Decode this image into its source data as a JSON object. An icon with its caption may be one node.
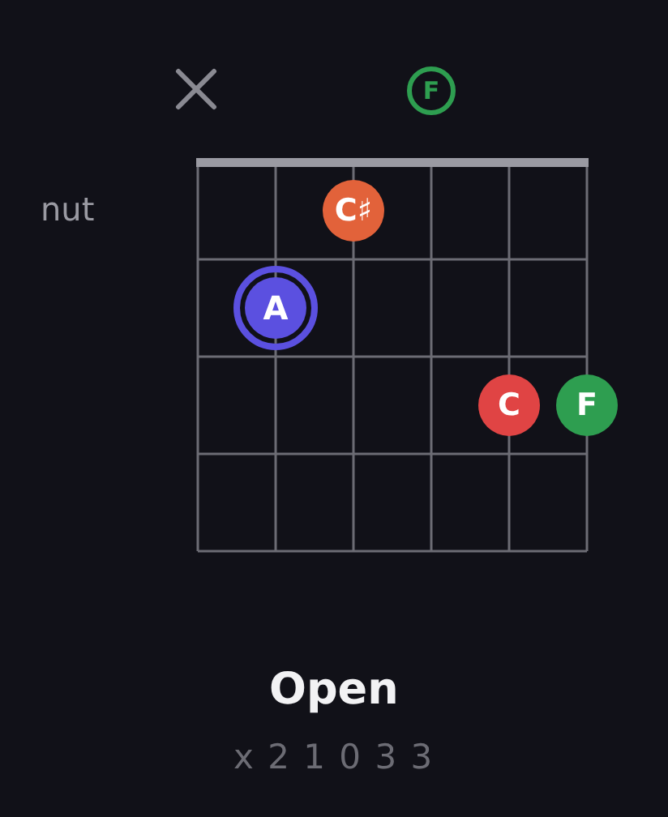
{
  "diagram": {
    "title": "Open",
    "caption": "x 2 1 0 3 3",
    "nodes": [
      {
        "text": [],
        "shape": "cross"
      },
      {
        "text": [
          "F"
        ]
      },
      {
        "text": [
          "C♯"
        ]
      },
      {
        "text": [
          "A"
        ]
      },
      {
        "text": [
          "C"
        ]
      },
      {
        "text": [
          "F"
        ]
      }
    ],
    "labels": [
      "nut"
    ]
  }
}
